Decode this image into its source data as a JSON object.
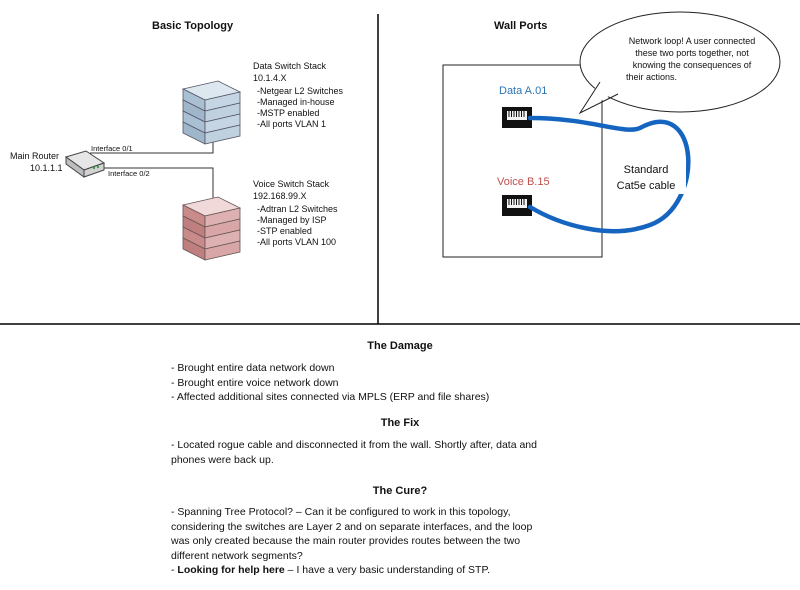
{
  "topology": {
    "title": "Basic Topology",
    "router": {
      "label": "Main Router",
      "ip": "10.1.1.1",
      "iface1": "Interface 0/1",
      "iface2": "Interface 0/2"
    },
    "data_stack": {
      "title": "Data Switch Stack",
      "subnet": "10.1.4.X",
      "lines": [
        "-Netgear L2 Switches",
        "-Managed in-house",
        "-MSTP enabled",
        "-All ports VLAN 1"
      ]
    },
    "voice_stack": {
      "title": "Voice Switch Stack",
      "subnet": "192.168.99.X",
      "lines": [
        "-Adtran L2 Switches",
        "-Managed by ISP",
        "-STP enabled",
        "-All ports VLAN 100"
      ]
    }
  },
  "wall": {
    "title": "Wall Ports",
    "data_port": "Data A.01",
    "voice_port": "Voice B.15",
    "cable_line1": "Standard",
    "cable_line2": "Cat5e cable",
    "bubble_lines": [
      "Network loop! A user connected",
      "these two ports together, not",
      "knowing the consequences of",
      "their actions."
    ],
    "colors": {
      "data": "#2e74b5",
      "voice": "#c0504d",
      "cable": "#1565c0"
    }
  },
  "damage": {
    "title": "The Damage",
    "lines": [
      "- Brought entire data network down",
      "- Brought entire voice network down",
      "- Affected additional sites connected via MPLS (ERP and file shares)"
    ]
  },
  "fix": {
    "title": "The Fix",
    "lines": [
      "- Located rogue cable and disconnected it from the wall. Shortly after, data and",
      "phones were back up."
    ]
  },
  "cure": {
    "title": "The Cure?",
    "lines": [
      "- Spanning Tree Protocol? – Can it be configured to work in this topology,",
      "considering the switches are Layer 2 and on separate interfaces, and the loop",
      "was only created because the main router provides routes between the two",
      "different network segments?"
    ],
    "help_bold": "Looking for help here",
    "help_rest": " – I have a very basic understanding of STP."
  }
}
